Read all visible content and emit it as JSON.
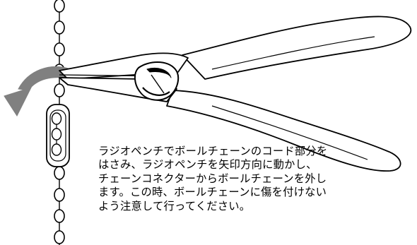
{
  "instruction": {
    "lines": [
      "ラジオペンチでボールチェーンのコード部分を",
      "はさみ、ラジオペンチを矢印方向に動かし、",
      "チェーンコネクターからボールチェーンを外し",
      "ます。この時、ボールチェーンに傷を付けない",
      "よう注意して行ってください。"
    ]
  },
  "colors": {
    "line": "#000000",
    "arrow": "#808080",
    "background": "#ffffff"
  }
}
